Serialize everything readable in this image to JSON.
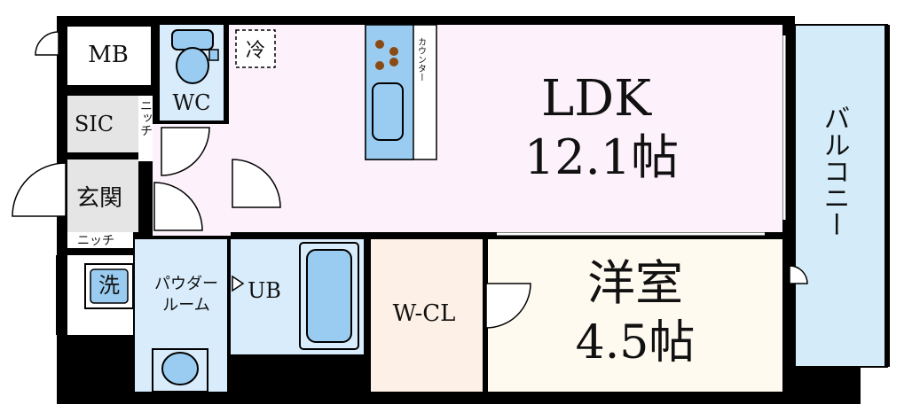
{
  "labels": {
    "mb": "MB",
    "wc": "WC",
    "sic": "SIC",
    "genkan": "玄関",
    "niche_top": "ニッチ",
    "niche_bottom": "ニッチ",
    "sentaku": "洗",
    "powder_room": [
      "パウダー",
      "ルーム"
    ],
    "ub": "UB",
    "wcl": "W-CL",
    "ldk": "LDK",
    "ldk_area": "12.1帖",
    "youshitsu": "洋室",
    "youshitsu_area": "4.5帖",
    "balcony": "バルコニー",
    "reizouko": "冷",
    "counter": "カウンター"
  },
  "colors": {
    "wall": "#000000",
    "ldk_floor": "#fdf1fb",
    "youshitsu_floor": "#fffaf0",
    "wcl_floor": "#fdf0e6",
    "wet_area": "#d9ecfb",
    "fixture_blue": "#99ccf0",
    "balcony": "#d4ecfa",
    "storage_gray": "#e5e5e5",
    "stove_burner": "#8a4a14"
  }
}
